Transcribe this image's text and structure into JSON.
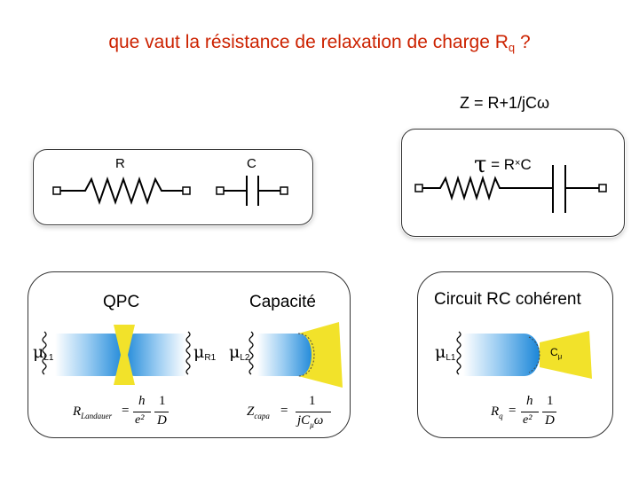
{
  "title": {
    "main": "que vaut la résistance de relaxation de charge R",
    "sub": "q",
    "end": " ?"
  },
  "formula": "Z = R+1/jCω",
  "panel_rc": {
    "resistor_label": "R",
    "capacitor_label": "C"
  },
  "panel_tau": {
    "tau": "τ",
    "eq": " = R",
    "times": "×",
    "c": "C"
  },
  "panel_qpc": {
    "qpc_label": "QPC",
    "capa_label": "Capacité",
    "mu_l1": {
      "mu": "μ",
      "sub": "L1"
    },
    "mu_r1": {
      "mu": "μ",
      "sub": "R1"
    },
    "mu_l2": {
      "mu": "μ",
      "sub": "L2"
    },
    "landauer": {
      "lhs": "R",
      "lhs_sub": "Landauer",
      "num1": "h",
      "den1": "e²",
      "num2": "1",
      "den2": "D"
    },
    "zcapa": {
      "lhs": "Z",
      "lhs_sub": "capa",
      "num": "1",
      "den": "jC",
      "den_sub": "μ",
      "den_end": "ω"
    }
  },
  "panel_coherent": {
    "title": "Circuit RC cohérent",
    "mu_l1": {
      "mu": "μ",
      "sub": "L1"
    },
    "c_mu": {
      "c": "C",
      "sub": "μ"
    },
    "rq": {
      "lhs": "R",
      "lhs_sub": "q",
      "num1": "h",
      "den1": "e²",
      "num2": "1",
      "den2": "D"
    }
  },
  "colors": {
    "title": "#cc2200",
    "blue": "#1a86d8",
    "yellow": "#f2e22a"
  }
}
